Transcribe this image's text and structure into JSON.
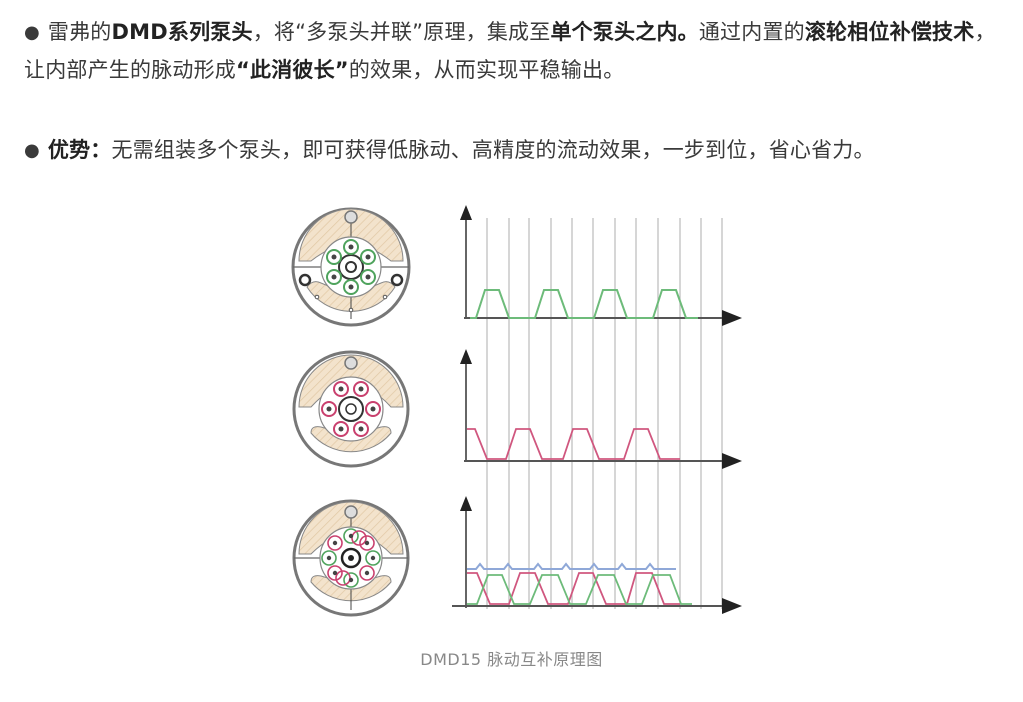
{
  "paragraph1": {
    "bullet": "●",
    "segments": {
      "s0": "雷弗的",
      "s1": "DMD系列泵头",
      "s2": "，将“多泵头并联”原理，集成至",
      "s3": "单个泵头之内。",
      "s4": "通过内置的",
      "s5": "滚轮相位补偿技术",
      "s6": "，让内部产生的脉动形成",
      "s7": "“此消彼长”",
      "s8": "的效果，从而实现平稳输出。"
    }
  },
  "paragraph2": {
    "bullet": "●",
    "label": "优势：",
    "text": "无需组装多个泵头，即可获得低脉动、高精度的流动效果，一步到位，省心省力。"
  },
  "figure": {
    "caption": "DMD15 脉动互补原理图",
    "colors": {
      "green": "#6dbb7a",
      "pink": "#d0577f",
      "blue": "#8fa8d8",
      "housing": "#f3e3cc",
      "grid": "#bbbbbb",
      "axis": "#333333"
    },
    "panels": [
      {
        "name": "green-roller-set",
        "waveform": "green pulses"
      },
      {
        "name": "pink-roller-set",
        "waveform": "pink pulses, phase-shifted"
      },
      {
        "name": "combined-roller-set",
        "waveform": "green + pink superposed, blue near-flat sum"
      }
    ]
  }
}
